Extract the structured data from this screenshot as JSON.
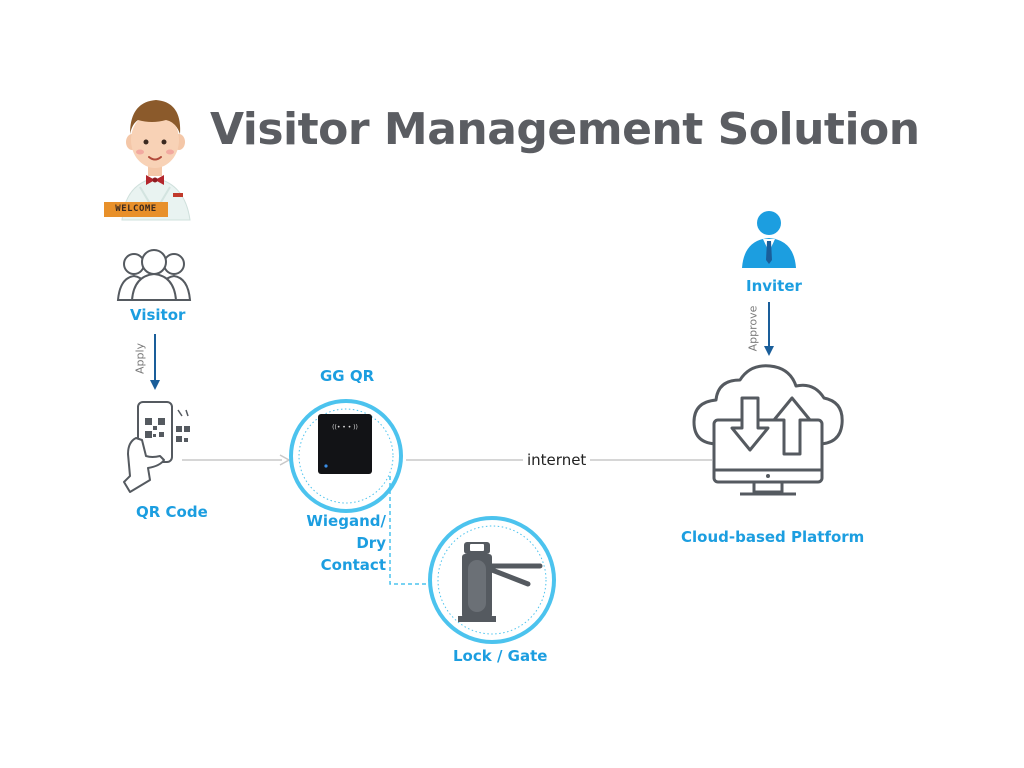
{
  "title": "Visitor Management Solution",
  "badge": {
    "text": "WELCOME"
  },
  "nodes": {
    "visitor": "Visitor",
    "qr_code": "QR Code",
    "gg_qr": "GG QR",
    "lock_gate": "Lock / Gate",
    "inviter": "Inviter",
    "cloud": "Cloud-based Platform"
  },
  "edges": {
    "apply": "Apply",
    "approve": "Approve",
    "internet": "internet",
    "wiegand_line1": "Wiegand/",
    "wiegand_line2": "Dry",
    "wiegand_line3": "Contact"
  },
  "colors": {
    "accent": "#1c9ee0",
    "title": "#5b5d62",
    "arrow": "#1a5e9a",
    "icon_gray": "#555a60",
    "connector": "#c8c8c8",
    "badge_bg": "#e8902a"
  }
}
